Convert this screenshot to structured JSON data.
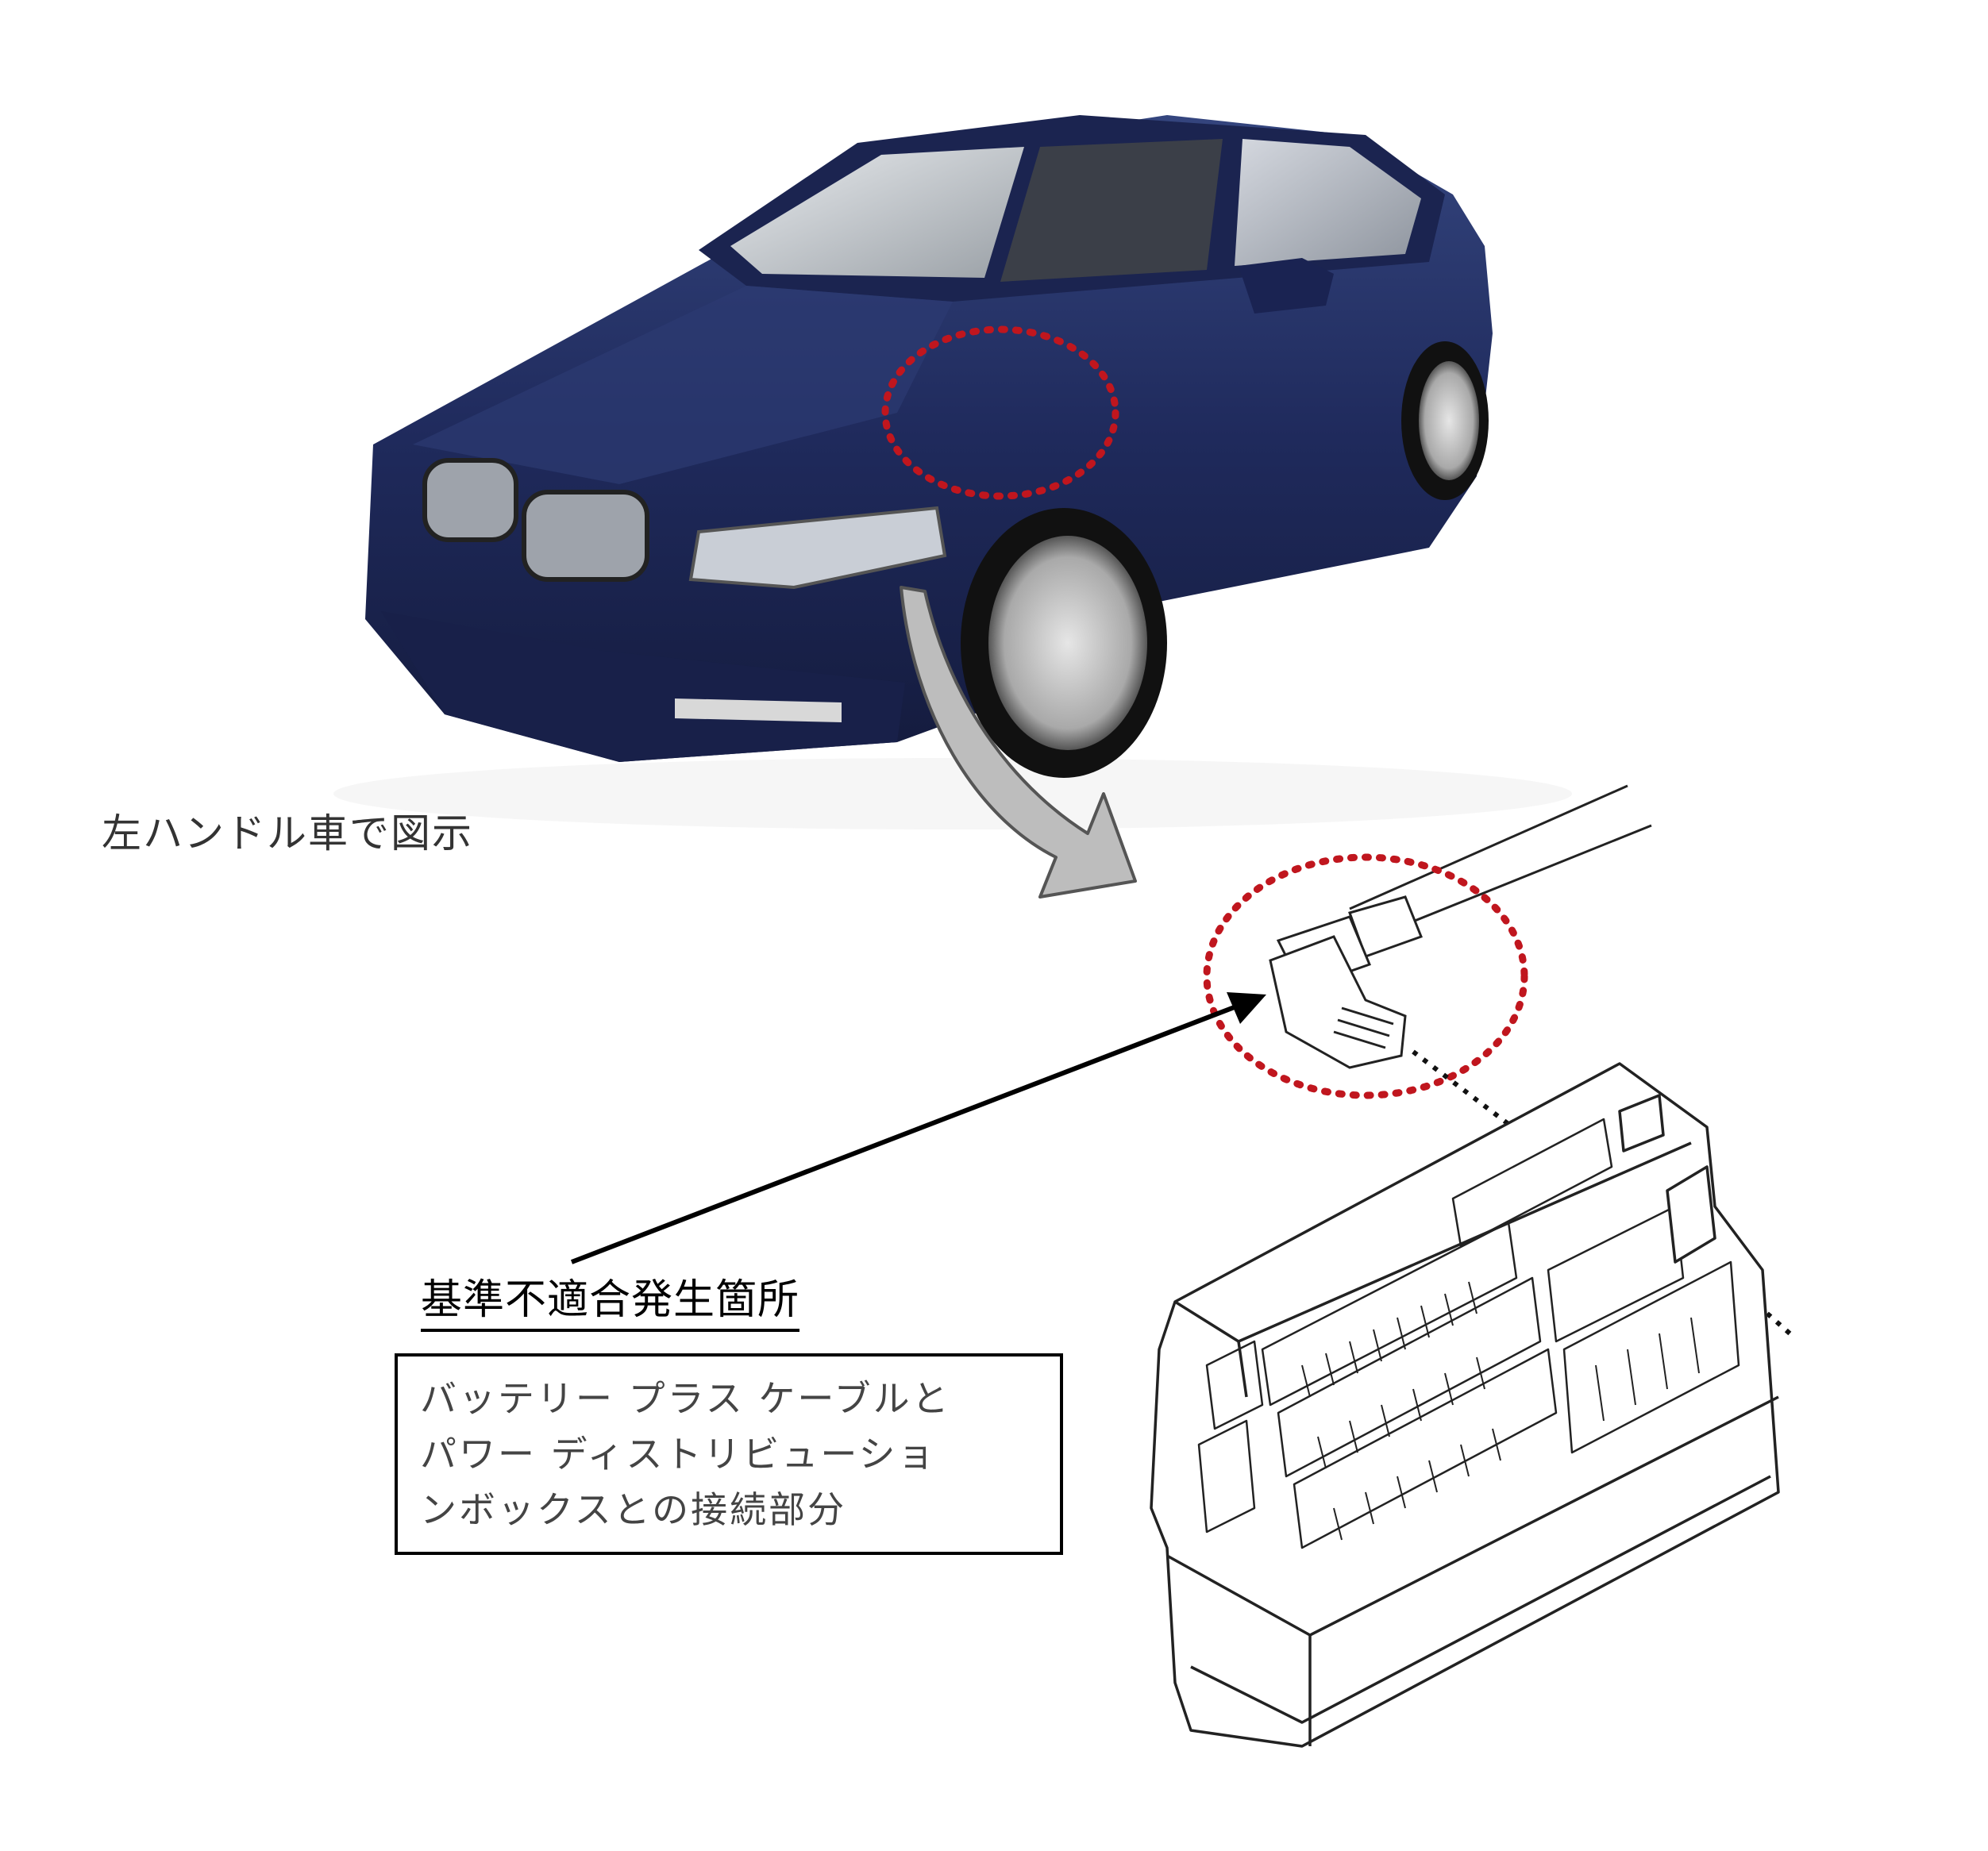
{
  "captions": {
    "lhd_note": "左ハンドル車で図示",
    "defect_location_title": "基準不適合発生箇所",
    "defect_description_lines": [
      "バッテリー プラス ケーブルと",
      "パワー ディストリビューショ",
      "ンボックスとの接続部分"
    ]
  },
  "colors": {
    "car_body": "#1f2a5c",
    "highlight_circle": "#c0161e",
    "arrow_fill": "#bdbdbd",
    "line_art": "#222222"
  }
}
